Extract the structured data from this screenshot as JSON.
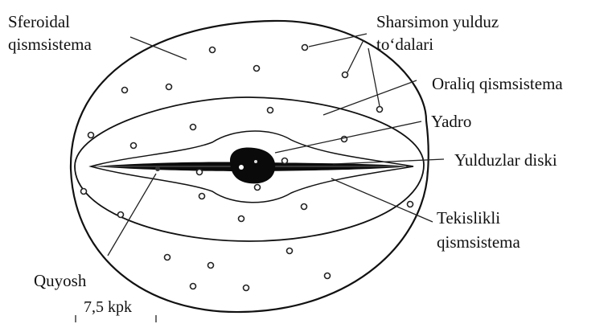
{
  "diagram": {
    "labels": {
      "spheroidal_line1": "Sferoidal",
      "spheroidal_line2": "qismsistema",
      "globular_line1": "Sharsimon yulduz",
      "globular_line2": "to‘dalari",
      "intermediate": "Oraliq qismsistema",
      "nucleus": "Yadro",
      "stellar_disk": "Yulduzlar diski",
      "flat_line1": "Tekislikli",
      "flat_line2": "qismsistema",
      "sun": "Quyosh",
      "scale": "7,5 kpk"
    }
  }
}
